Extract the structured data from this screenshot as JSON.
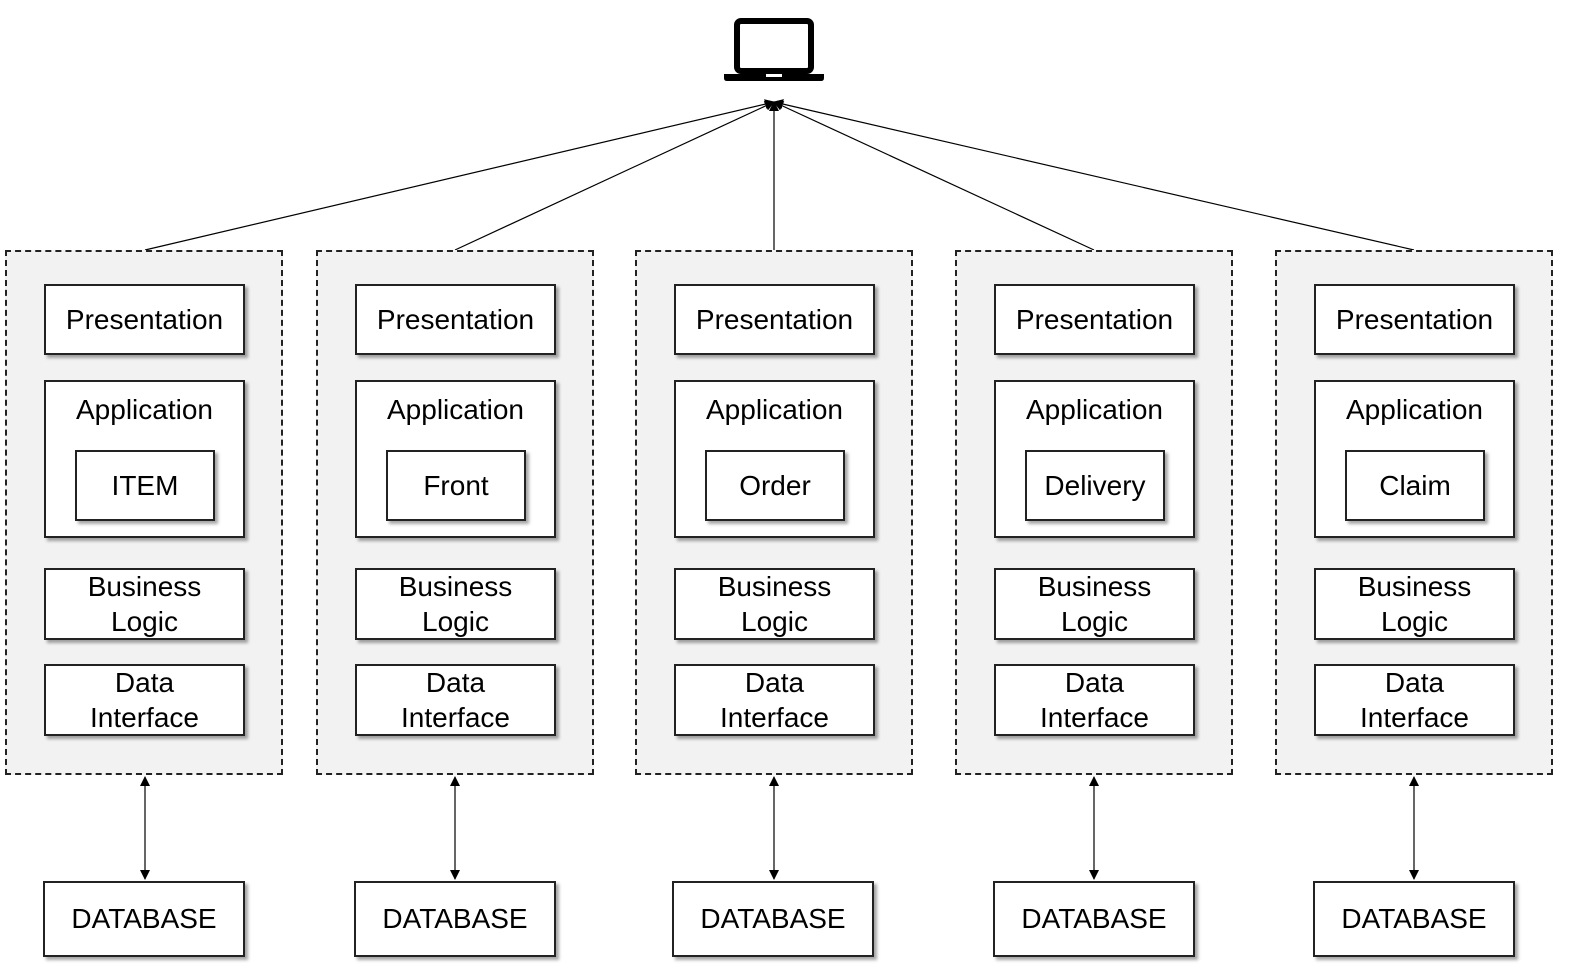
{
  "client": {
    "icon": "laptop-icon"
  },
  "services": [
    {
      "presentation": "Presentation",
      "application": "Application",
      "module": "ITEM",
      "business_logic": [
        "Business",
        "Logic"
      ],
      "data_interface": [
        "Data",
        "Interface"
      ],
      "database": "DATABASE"
    },
    {
      "presentation": "Presentation",
      "application": "Application",
      "module": "Front",
      "business_logic": [
        "Business",
        "Logic"
      ],
      "data_interface": [
        "Data",
        "Interface"
      ],
      "database": "DATABASE"
    },
    {
      "presentation": "Presentation",
      "application": "Application",
      "module": "Order",
      "business_logic": [
        "Business",
        "Logic"
      ],
      "data_interface": [
        "Data",
        "Interface"
      ],
      "database": "DATABASE"
    },
    {
      "presentation": "Presentation",
      "application": "Application",
      "module": "Delivery",
      "business_logic": [
        "Business",
        "Logic"
      ],
      "data_interface": [
        "Data",
        "Interface"
      ],
      "database": "DATABASE"
    },
    {
      "presentation": "Presentation",
      "application": "Application",
      "module": "Claim",
      "business_logic": [
        "Business",
        "Logic"
      ],
      "data_interface": [
        "Data",
        "Interface"
      ],
      "database": "DATABASE"
    }
  ]
}
